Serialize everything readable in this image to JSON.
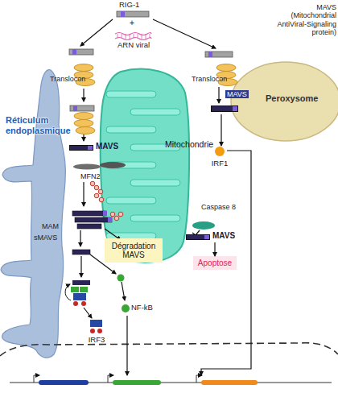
{
  "diagram": {
    "nodes": [
      {
        "text": [
          "Réticulum endoplasmique"
        ]
      },
      {
        "text": [
          "Mitochondrie"
        ]
      },
      {
        "text": [
          "Peroxysome"
        ]
      },
      {
        "text": [
          "MAVS"
        ],
        "in": 0
      },
      {
        "text": [
          "MAVS"
        ],
        "in": 2
      },
      {
        "text": [
          "IRF1"
        ]
      },
      {
        "text": [
          "MAVS"
        ],
        "in": 1
      },
      {
        "text": [
          "Dégradation MAVS"
        ]
      },
      {
        "text": [
          "Apoptose"
        ]
      },
      {
        "text": [
          "IRF3"
        ]
      },
      {
        "text": [
          "NF-kB"
        ]
      }
    ],
    "edges": [
      {
        "from": 4,
        "to": 5,
        "arrow": "to"
      },
      {
        "from": 6,
        "to": 8,
        "arrow": "to"
      }
    ],
    "labels": [
      "MAVS (Mitochondrial AntiViral-Signaling protein)",
      "RIG-1",
      "+",
      "ARN viral",
      "Translocon",
      "Translocon",
      "MFN2",
      "MAM",
      "sMAVS",
      "Caspase 8"
    ]
  }
}
